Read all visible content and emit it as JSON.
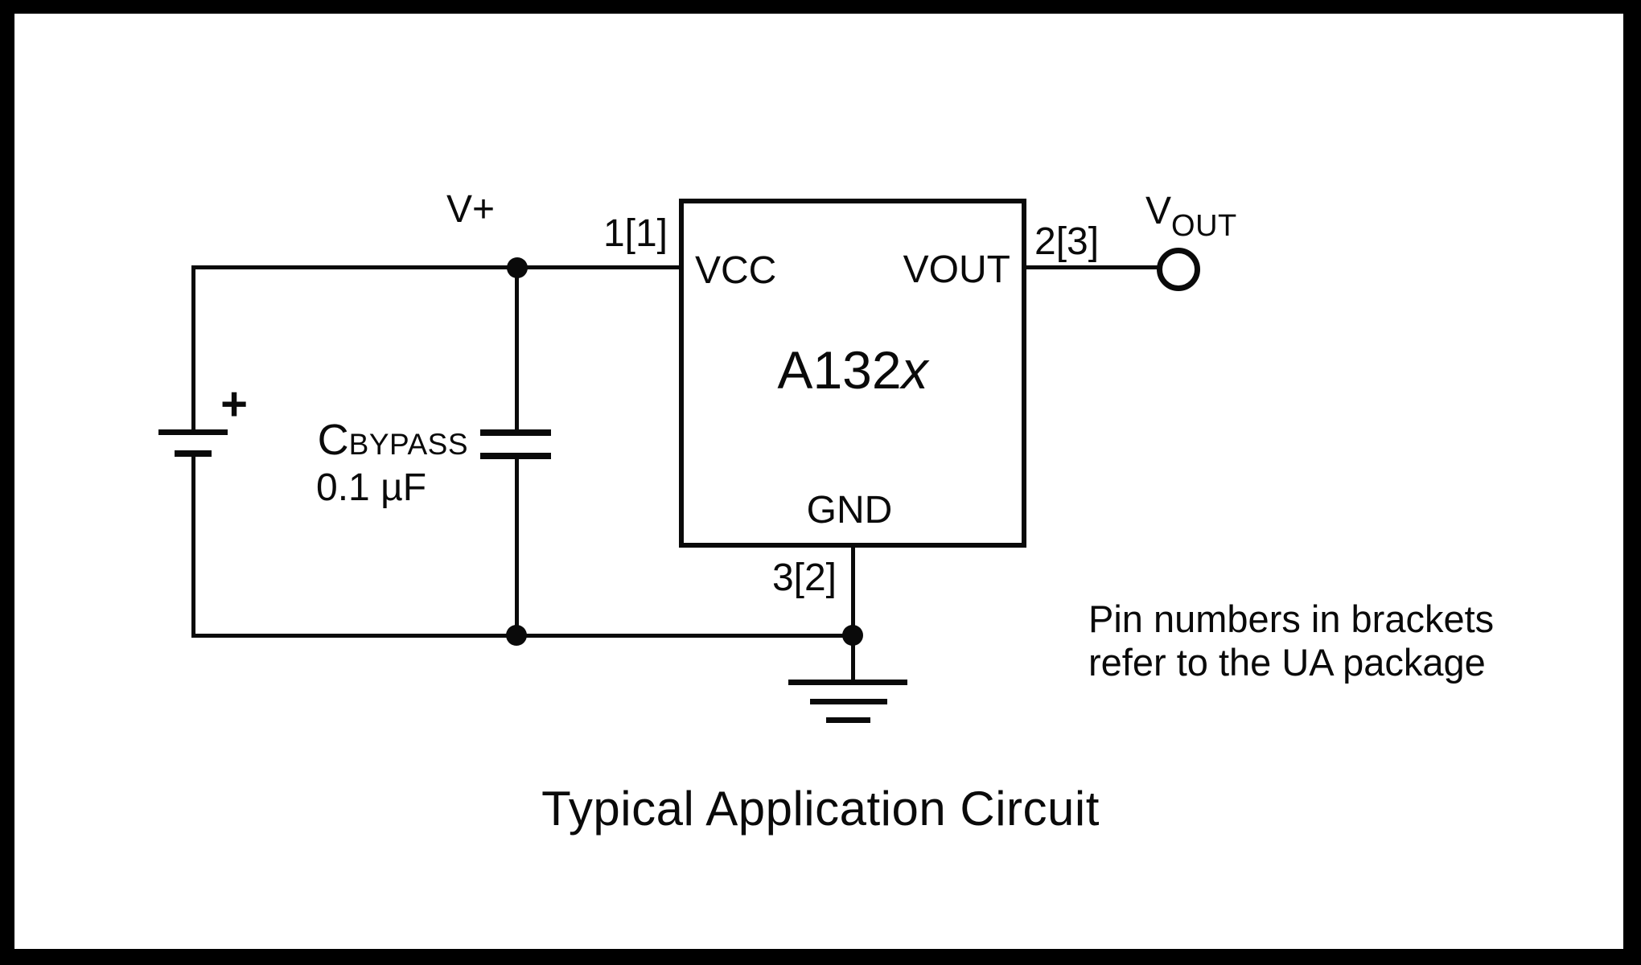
{
  "figure": {
    "caption": "Typical Application Circuit",
    "note": {
      "line1": "Pin numbers in brackets",
      "line2": "refer to the UA package"
    }
  },
  "ic": {
    "part_prefix": "A132",
    "part_variant": "x",
    "pin_vcc": {
      "name": "VCC",
      "number": "1[1]"
    },
    "pin_vout": {
      "name": "VOUT",
      "number": "2[3]"
    },
    "pin_gnd": {
      "name": "GND",
      "number": "3[2]"
    }
  },
  "net_labels": {
    "supply": "V+",
    "output_main": "V",
    "output_sub": "OUT"
  },
  "components": {
    "battery": {
      "polarity": "+"
    },
    "capacitor": {
      "ref_main": "C",
      "ref_sub": "BYPASS",
      "value": "0.1 µF"
    }
  },
  "colors": {
    "stroke": "#0a0a0a",
    "background": "#ffffff",
    "frame": "#000000"
  }
}
